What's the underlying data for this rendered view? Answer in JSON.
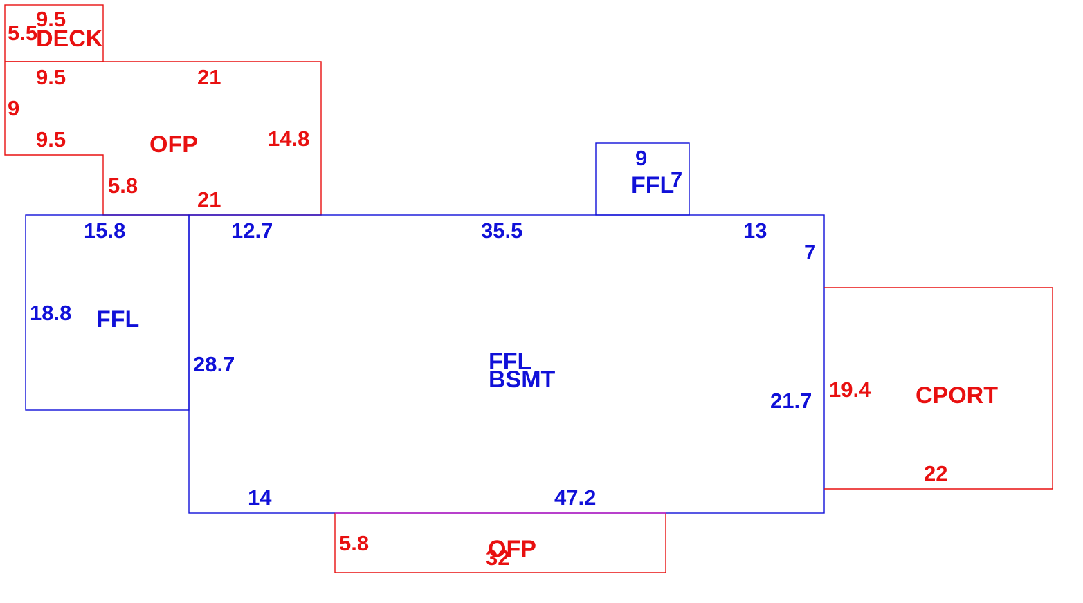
{
  "colors": {
    "house": "#1010d8",
    "exterior": "#e81010"
  },
  "areas": {
    "deck": {
      "label": "DECK",
      "dims": [
        "9.5",
        "5.5"
      ]
    },
    "ofp_top": {
      "label": "OFP",
      "dims": [
        "9.5",
        "21",
        "9",
        "9.5",
        "14.8",
        "5.8",
        "21"
      ]
    },
    "ffl_small": {
      "label": "FFL",
      "dims": [
        "9",
        "7"
      ]
    },
    "ffl_left": {
      "label": "FFL",
      "dims": [
        "15.8",
        "18.8"
      ]
    },
    "main": {
      "label_1": "FFL",
      "label_2": "BSMT",
      "dims": [
        "12.7",
        "35.5",
        "13",
        "7",
        "28.7",
        "21.7",
        "14",
        "47.2"
      ]
    },
    "cport": {
      "label": "CPORT",
      "dims": [
        "19.4",
        "22"
      ]
    },
    "ofp_bottom": {
      "label": "OFP",
      "dims": [
        "5.8",
        "32"
      ]
    }
  }
}
